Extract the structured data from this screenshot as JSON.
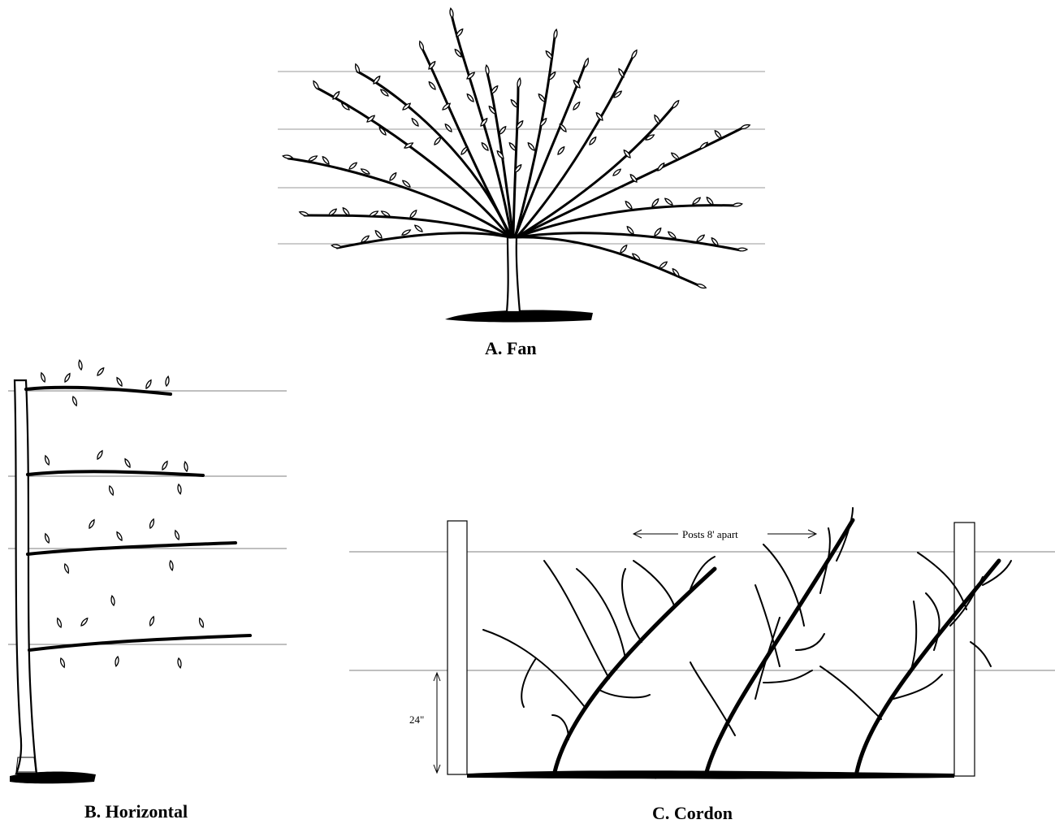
{
  "figures": {
    "fan": {
      "caption": "A. Fan"
    },
    "horizontal": {
      "caption": "B. Horizontal"
    },
    "cordon": {
      "caption": "C. Cordon",
      "post_spacing_label": "Posts 8' apart",
      "height_label": "24\""
    }
  }
}
